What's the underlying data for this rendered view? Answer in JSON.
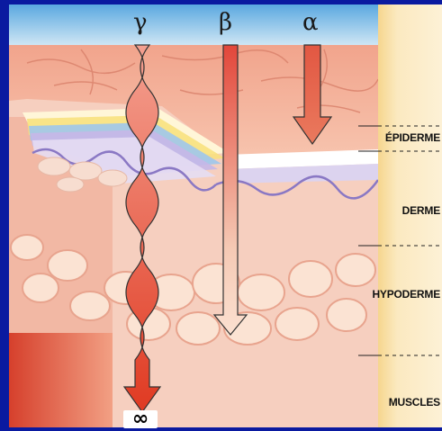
{
  "radiation": {
    "gamma_symbol": "γ",
    "beta_symbol": "β",
    "alpha_symbol": "α",
    "infinity_symbol": "∞"
  },
  "layers": {
    "epidermis": "ÉPIDERME",
    "dermis": "DERME",
    "hypodermis": "HYPODERME",
    "muscles": "MUSCLES"
  },
  "colors": {
    "frame": "#0a1aa0",
    "label_panel": "#fbe6b6",
    "arrow_red": "#e0402a"
  }
}
